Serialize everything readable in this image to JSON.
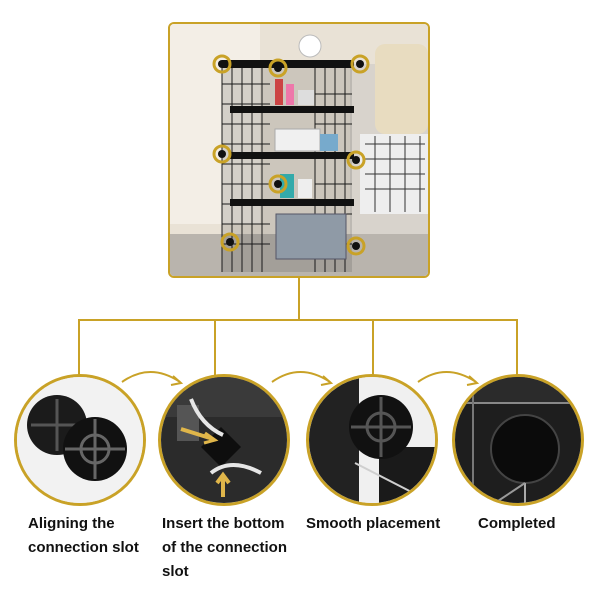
{
  "colors": {
    "accent": "#c9a227",
    "text": "#111111",
    "background": "#ffffff"
  },
  "hero": {
    "image": "cube-storage-rack-photo"
  },
  "steps": [
    {
      "label": "Aligning the\nconnection slot",
      "icon": "connector-pieces-icon"
    },
    {
      "label": "Insert the bottom\nof the connection\nslot",
      "icon": "insert-connector-icon"
    },
    {
      "label": "Smooth placement",
      "icon": "placed-connector-icon"
    },
    {
      "label": "Completed",
      "icon": "completed-connector-icon"
    }
  ]
}
